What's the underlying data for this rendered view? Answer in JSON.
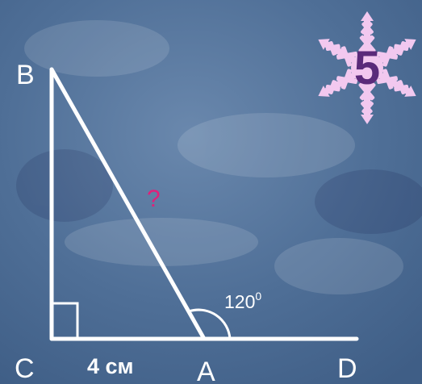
{
  "colors": {
    "background": "#4f6f97",
    "background_light": "#6a88ad",
    "background_dark": "#3f5e86",
    "lines": "#ffffff",
    "question": "#e0207a",
    "snowflake": "#f2c8ef",
    "badge_digit": "#5a2a7a"
  },
  "badge": {
    "number": "5",
    "icon": "snowflake-icon"
  },
  "figure": {
    "vertices": {
      "b": "B",
      "c": "C",
      "a": "A",
      "d": "D"
    },
    "side_ca": "4 см",
    "hypotenuse_ab": "?",
    "angle_exterior": {
      "value": "120",
      "unit": "0"
    }
  }
}
